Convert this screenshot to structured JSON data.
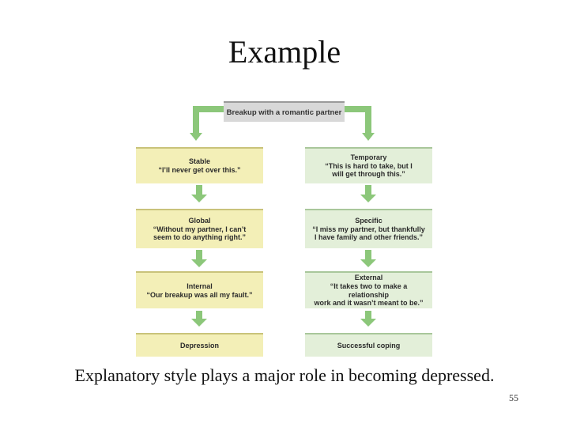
{
  "title": "Example",
  "diagram": {
    "root": "Breakup with a romantic partner",
    "left": [
      {
        "label": "Stable",
        "quote": "“I’ll never get over this.”"
      },
      {
        "label": "Global",
        "quote": "“Without my partner, I can’t\nseem to do anything right.”"
      },
      {
        "label": "Internal",
        "quote": "“Our breakup was all my fault.”"
      },
      {
        "label": "Depression",
        "quote": ""
      }
    ],
    "right": [
      {
        "label": "Temporary",
        "quote": "“This is hard to take, but I\nwill get through this.”"
      },
      {
        "label": "Specific",
        "quote": "“I miss my partner, but thankfully\nI have family and other friends.”"
      },
      {
        "label": "External",
        "quote": "“It takes two to make a relationship\nwork and it wasn’t meant to be.”"
      },
      {
        "label": "Successful coping",
        "quote": ""
      }
    ],
    "colors": {
      "left_fill": "#f3efb7",
      "right_fill": "#e3efd9",
      "arrow": "#8cc77a",
      "root_fill": "#d8d8d8"
    }
  },
  "caption": "Explanatory style plays a major role in becoming depressed.",
  "page_number": "55"
}
